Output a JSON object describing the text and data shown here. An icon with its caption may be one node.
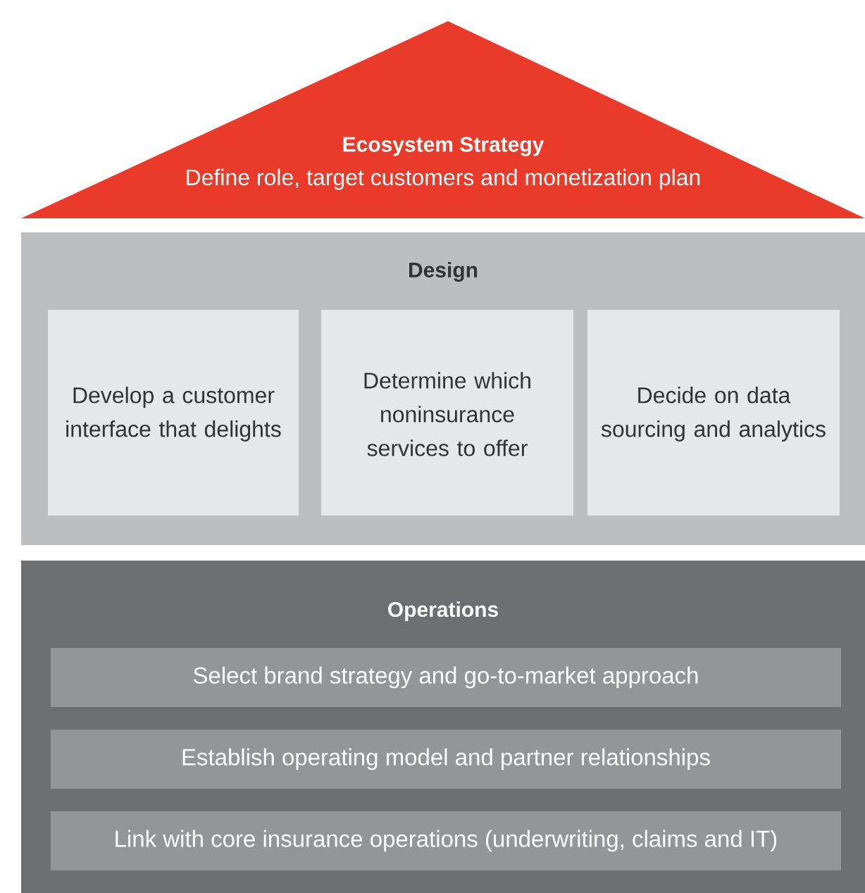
{
  "diagram": {
    "nodes": [
      {
        "text": [
          "Ecosystem Strategy",
          "Define role, target customers and monetization plan"
        ]
      },
      {
        "text": [
          "Design"
        ]
      },
      {
        "text": [
          "Develop a customer interface that delights"
        ],
        "in": 1
      },
      {
        "text": [
          "Determine which noninsurance services to offer"
        ],
        "in": 1
      },
      {
        "text": [
          "Decide on data sourcing and analytics"
        ],
        "in": 1
      },
      {
        "text": [
          "Operations"
        ]
      },
      {
        "text": [
          "Select brand strategy and go-to-market approach"
        ],
        "in": 5
      },
      {
        "text": [
          "Establish operating model and partner relationships"
        ],
        "in": 5
      },
      {
        "text": [
          "Link with core insurance operations (underwriting, claims and IT)"
        ],
        "in": 5
      }
    ]
  }
}
